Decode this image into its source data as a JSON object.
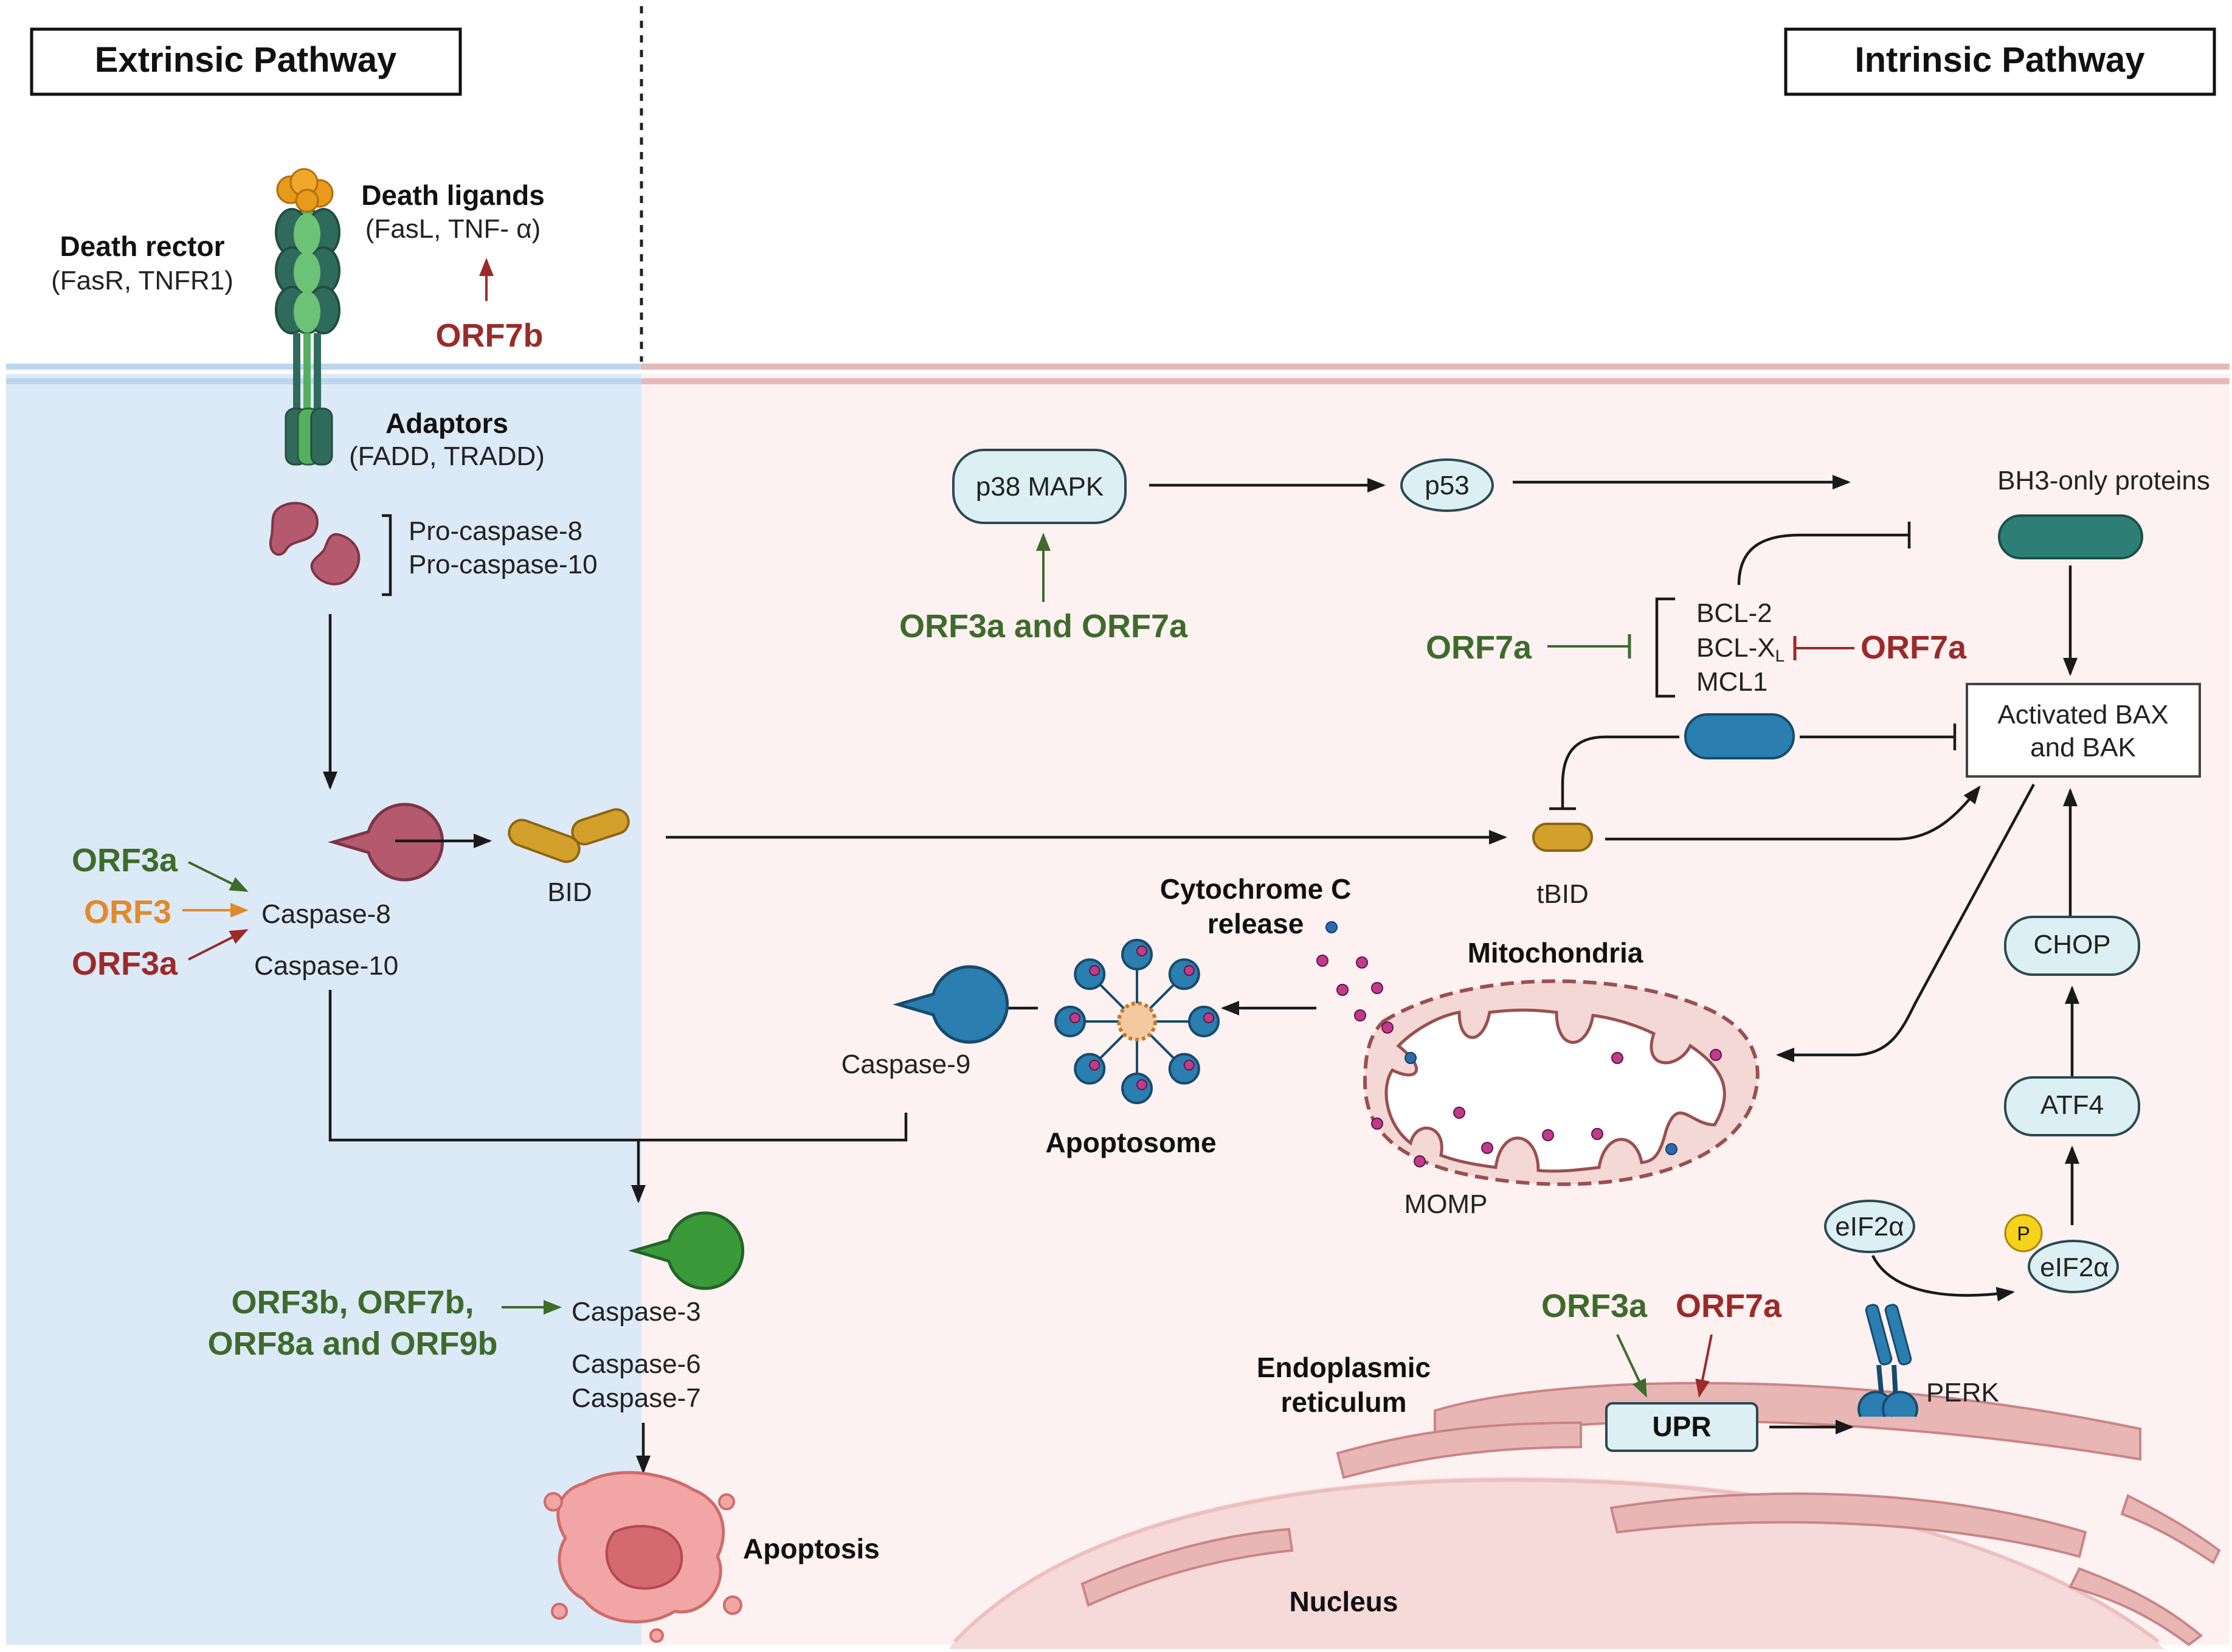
{
  "headers": {
    "extrinsic": "Extrinsic Pathway",
    "intrinsic": "Intrinsic Pathway"
  },
  "extrinsic": {
    "death_receptor": "Death rector",
    "death_receptor_examples": "(FasR, TNFR1)",
    "death_ligands": "Death ligands",
    "death_ligands_examples": "(FasL, TNF- α)",
    "orf7b": "ORF7b",
    "adaptors": "Adaptors",
    "adaptors_examples": "(FADD, TRADD)",
    "pro_caspase_8": "Pro-caspase-8",
    "pro_caspase_10": "Pro-caspase-10",
    "caspase_8": "Caspase-8",
    "caspase_10": "Caspase-10",
    "orf3a_green": "ORF3a",
    "orf3_orange": "ORF3",
    "orf3a_red": "ORF3a",
    "bid": "BID",
    "caspase_3_activators_line1": "ORF3b, ORF7b,",
    "caspase_3_activators_line2": "ORF8a and ORF9b",
    "caspase_3": "Caspase-3",
    "caspase_6": "Caspase-6",
    "caspase_7": "Caspase-7",
    "apoptosis": "Apoptosis"
  },
  "intrinsic": {
    "p38": "p38 MAPK",
    "p53": "p53",
    "bh3": "BH3-only proteins",
    "orf3a_orf7a": "ORF3a and ORF7a",
    "orf7a_green": "ORF7a",
    "orf7a_red": "ORF7a",
    "bcl2": "BCL-2",
    "bclxl": "BCL-X",
    "bclxl_sub": "L",
    "mcl1": "MCL1",
    "bax_line1": "Activated BAX",
    "bax_line2": "and BAK",
    "tbid": "tBID",
    "cytc_line1": "Cytochrome C",
    "cytc_line2": "release",
    "mitochondria": "Mitochondria",
    "momp": "MOMP",
    "caspase_9": "Caspase-9",
    "apoptosome": "Apoptosome",
    "chop": "CHOP",
    "atf4": "ATF4",
    "eif2a": "eIF2α",
    "eif2a_p": "eIF2α",
    "phospho": "P",
    "perk": "PERK",
    "orf3a_er": "ORF3a",
    "orf7a_er": "ORF7a",
    "upr": "UPR",
    "er_line1": "Endoplasmic",
    "er_line2": "reticulum",
    "nucleus": "Nucleus"
  },
  "colors": {
    "extrinsic_bg": "#dce9f7",
    "intrinsic_bg": "#fdf1f1",
    "green_label": "#3e6b2c",
    "red_label": "#9b2a2a",
    "orange_label": "#e08a2c",
    "caspase_8": "#b55a6e",
    "caspase_9": "#2a7eb0",
    "caspase_3": "#3a9a3a",
    "bid": "#d4a02c",
    "bh3_protein": "#2d7f75"
  }
}
